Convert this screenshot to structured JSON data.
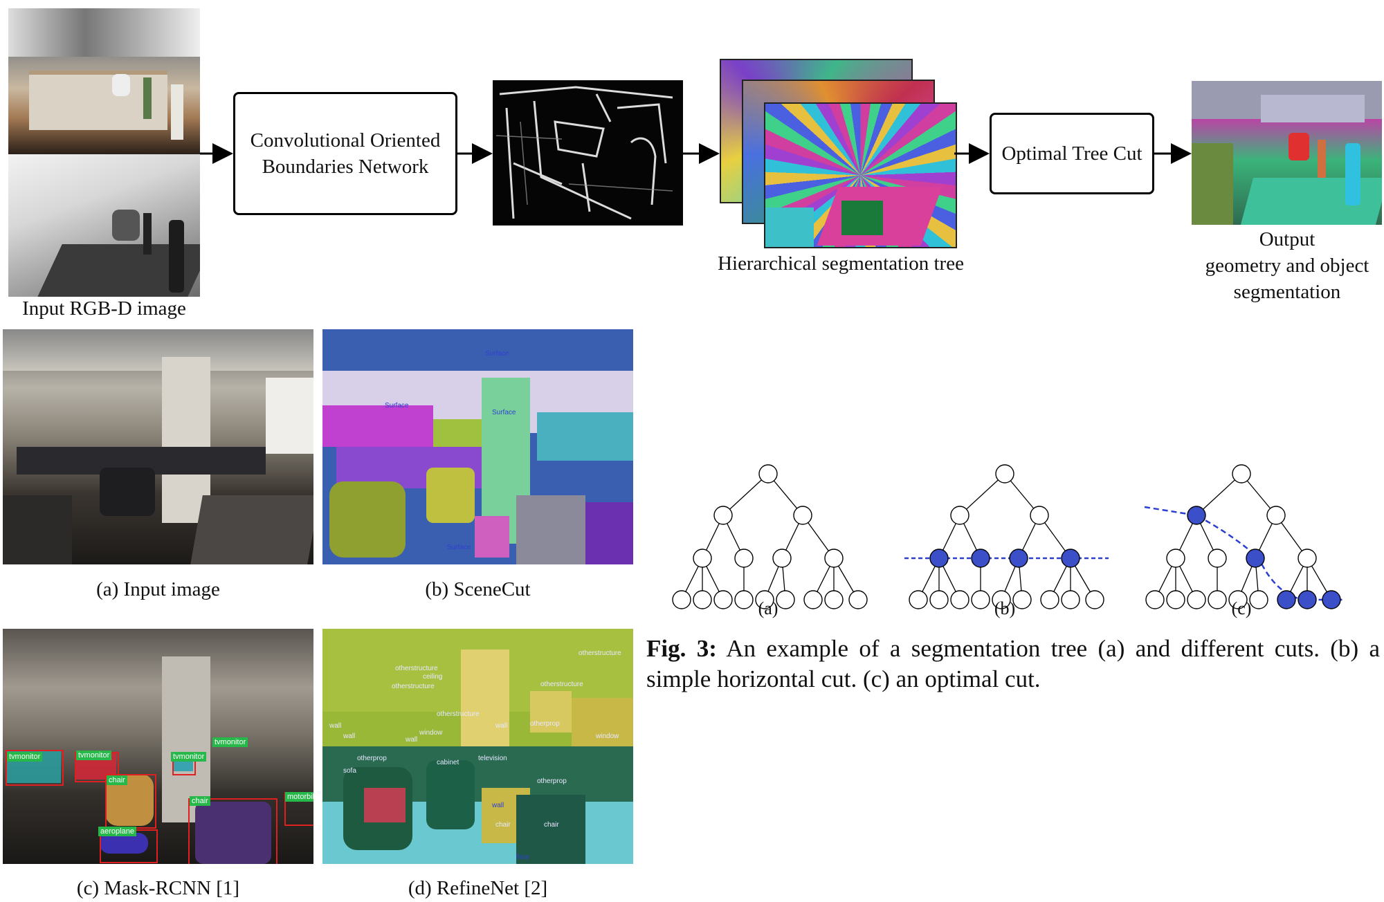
{
  "pipeline": {
    "input_caption": "Input RGB-D image",
    "cob_box": "Convolutional Oriented Boundaries Network",
    "tree_caption": "Hierarchical segmentation tree",
    "tree_cut_box": "Optimal Tree Cut",
    "output_caption_1": "Output",
    "output_caption_2": "geometry and object",
    "output_caption_3": "segmentation"
  },
  "comparison": {
    "panel_a": "(a)  Input image",
    "panel_b": "(b)  SceneCut",
    "panel_c": "(c)  Mask-RCNN [1]",
    "panel_d": "(d)  RefineNet [2]",
    "scenecut_labels": [
      "Surface",
      "Surface",
      "Surface",
      "Surface"
    ],
    "maskrcnn_labels": [
      "tvmonitor",
      "tvmonitor",
      "tvmonitor",
      "tvmonitor",
      "chair",
      "chair",
      "aeroplane",
      "motorbike"
    ],
    "refinenet_labels": [
      "otherstructure",
      "ceiling",
      "otherstructure",
      "otherstructure",
      "otherstructure",
      "wall",
      "wall",
      "otherprop",
      "window",
      "wall",
      "wall",
      "window",
      "otherprop",
      "television",
      "cabinet",
      "sofa",
      "otherprop",
      "wall",
      "chair",
      "chair",
      "floor",
      "otherstructure"
    ]
  },
  "trees": {
    "label_a": "(a)",
    "label_b": "(b)",
    "label_c": "(c)"
  },
  "figure_caption": {
    "prefix": "Fig. 3:",
    "text": " An example of a segmentation tree (a) and different cuts. (b) a simple horizontal cut. (c) an optimal cut."
  },
  "colors": {
    "cut_node": "#3a4fc8",
    "cut_line": "#2a3fd0"
  }
}
